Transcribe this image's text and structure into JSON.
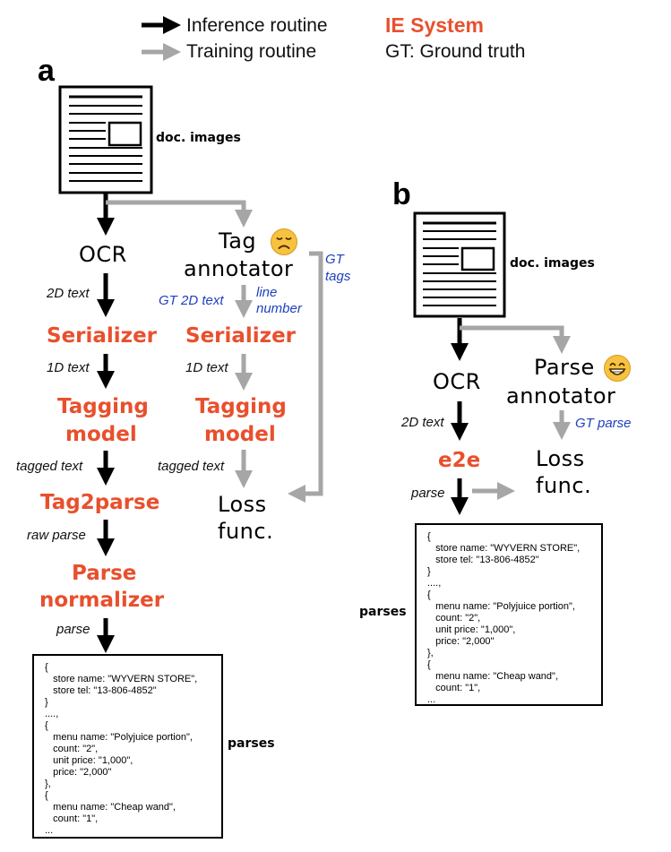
{
  "legend": {
    "inference": "Inference routine",
    "training": "Training routine",
    "system": "IE System",
    "gt": "GT: Ground truth"
  },
  "panel_a": {
    "label": "a",
    "doc_images": "doc. images",
    "ocr": "OCR",
    "tag_annotator_line1": "Tag",
    "tag_annotator_line2": "annotator",
    "gt_tags_line1": "GT",
    "gt_tags_line2": "tags",
    "edge_2d_text": "2D text",
    "edge_gt_2d_text": "GT 2D text",
    "edge_line_number_1": "line",
    "edge_line_number_2": "number",
    "serializer_left": "Serializer",
    "serializer_right": "Serializer",
    "edge_1d_text_left": "1D text",
    "edge_1d_text_right": "1D text",
    "tagging_model_left_1": "Tagging",
    "tagging_model_left_2": "model",
    "tagging_model_right_1": "Tagging",
    "tagging_model_right_2": "model",
    "edge_tagged_text_left": "tagged text",
    "edge_tagged_text_right": "tagged text",
    "tag2parse": "Tag2parse",
    "loss_line1": "Loss",
    "loss_line2": "func.",
    "edge_raw_parse": "raw parse",
    "parse_normalizer_1": "Parse",
    "parse_normalizer_2": "normalizer",
    "edge_parse": "parse",
    "parses_label": "parses",
    "parses_lines": [
      "{",
      "   store name: \"WYVERN STORE\",",
      "   store tel: \"13-806-4852\"",
      "}",
      "....,",
      "{",
      "   menu name: \"Polyjuice portion\",",
      "   count: \"2\",",
      "   unit price: \"1,000\",",
      "   price: \"2,000\"",
      "},",
      "{",
      "   menu name: \"Cheap wand\",",
      "   count: \"1\",",
      "..."
    ]
  },
  "panel_b": {
    "label": "b",
    "doc_images": "doc. images",
    "ocr": "OCR",
    "parse_annotator_line1": "Parse",
    "parse_annotator_line2": "annotator",
    "edge_2d_text": "2D text",
    "edge_gt_parse": "GT parse",
    "e2e": "e2e",
    "loss_line1": "Loss",
    "loss_line2": "func.",
    "edge_parse": "parse",
    "parses_label": "parses",
    "parses_lines": [
      "{",
      "   store name: \"WYVERN STORE\",",
      "   store tel: \"13-806-4852\"",
      "}",
      "....,",
      "{",
      "   menu name: \"Polyjuice portion\",",
      "   count: \"2\",",
      "   unit price: \"1,000\",",
      "   price: \"2,000\"",
      "},",
      "{",
      "   menu name: \"Cheap wand\",",
      "   count: \"1\",",
      "..."
    ]
  },
  "colors": {
    "inference_arrow": "#000000",
    "training_arrow": "#a6a6a6",
    "system_orange": "#e8502d",
    "gt_blue": "#1f3fbf"
  },
  "icons": {
    "sad_face": "sad-face-emoji-icon",
    "grin_face": "grinning-face-emoji-icon",
    "document": "document-icon"
  }
}
